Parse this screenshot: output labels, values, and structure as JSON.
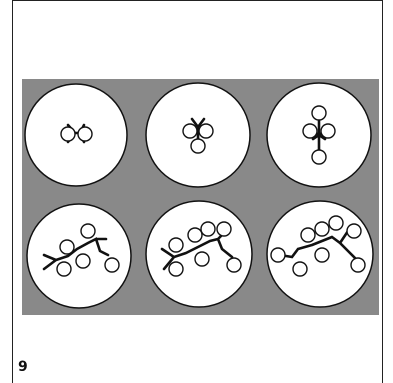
{
  "page_number": "9",
  "panel_color": "#898989",
  "tiles": [
    {
      "molecule": "group1"
    },
    {
      "molecule": "group2"
    },
    {
      "molecule": "group3"
    },
    {
      "molecule": "group4"
    },
    {
      "molecule": "group5"
    },
    {
      "molecule": "group6"
    }
  ]
}
